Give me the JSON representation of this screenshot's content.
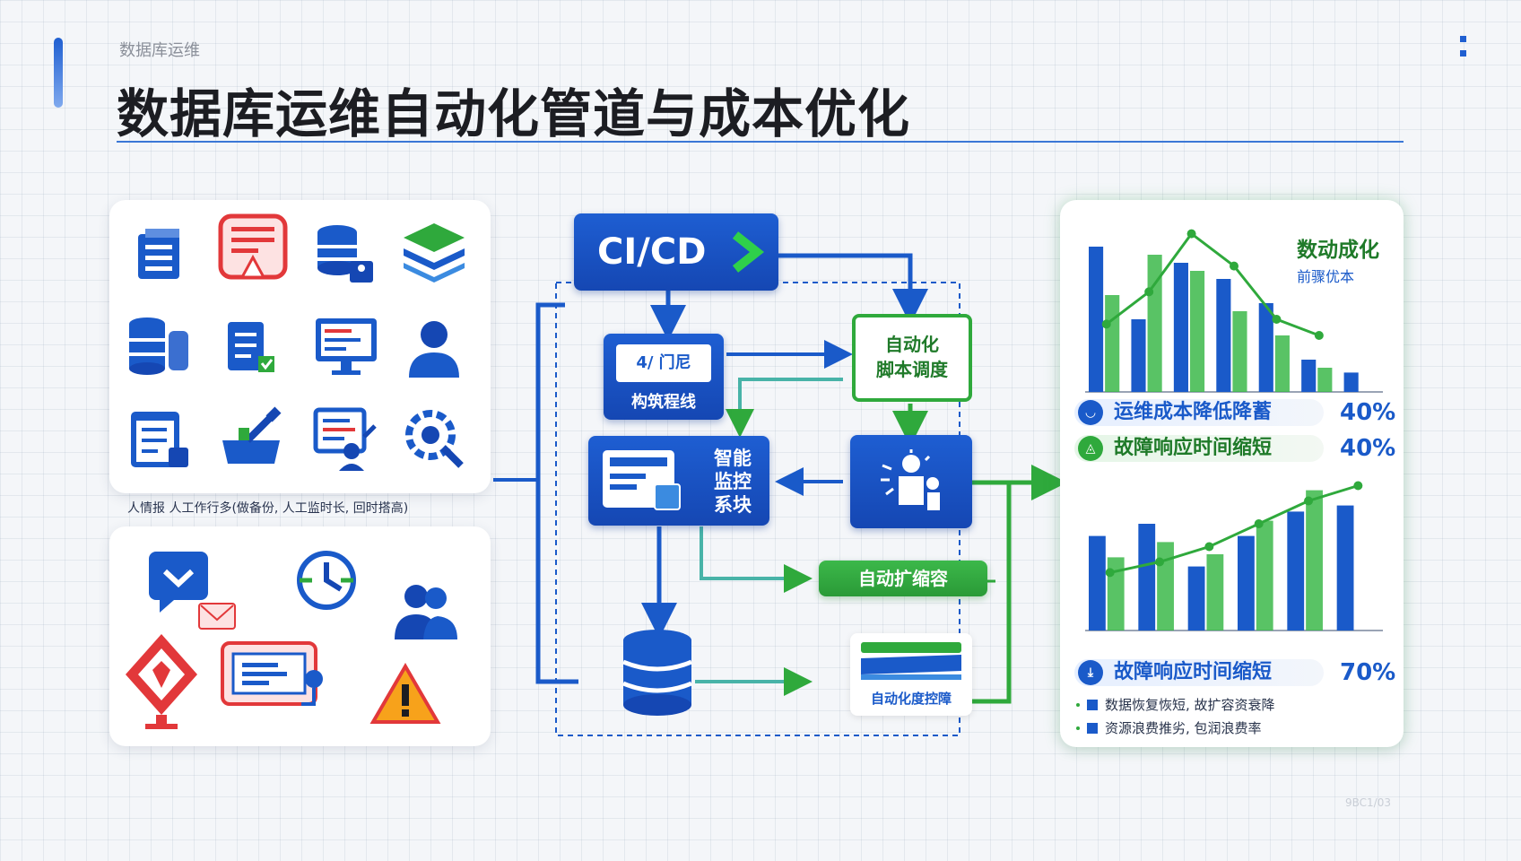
{
  "header": {
    "subtitle": "数据库运维",
    "title": "数据库运维自动化管道与成本优化"
  },
  "left_panel": {
    "caption": "人情报  人工作行多(做备份, 人工监时长, 回时搭高)",
    "top_icons": [
      "server-icon",
      "alert-document-icon",
      "database-user-icon",
      "layers-icon",
      "database-icon",
      "checklist-icon",
      "monitor-icon",
      "operator-icon",
      "clipboard-icon",
      "tools-icon",
      "report-user-icon",
      "gear-search-icon"
    ],
    "bottom_icons": [
      "message-icon",
      "mail-icon",
      "timer-icon",
      "team-icon",
      "warning-sign-icon",
      "terminal-icon",
      "alert-triangle-icon"
    ]
  },
  "pipeline": {
    "cicd": "CI/CD",
    "build_small": "4/ 门尼",
    "build": "构筑程线",
    "script": [
      "自动化",
      "脚本调度"
    ],
    "monitor": [
      "智能",
      "监控",
      "系块"
    ],
    "autoscale": "自动扩缩容",
    "backup": "自动化度控障"
  },
  "right_panel": {
    "chart_legend": [
      "数动成化",
      "前骤优本"
    ],
    "metrics": [
      {
        "label": "运维成本降低降蓄",
        "value": "40%"
      },
      {
        "label": "故障响应时间缩短",
        "value": "40%"
      },
      {
        "label": "故障响应时间缩短",
        "value": "70%"
      }
    ],
    "bullets": [
      "数据恢复恢短, 故扩容资衰降",
      "资源浪费推劣, 包润浪费率"
    ]
  },
  "chart_data": [
    {
      "type": "bar",
      "title": "",
      "legend": [
        "数动成化",
        "前骤优本"
      ],
      "series": [
        {
          "values": [
            0.9,
            0.45,
            0.8,
            0.7,
            0.55,
            0.2,
            0.12
          ]
        },
        {
          "values": [
            0.6,
            0.85,
            0.75,
            0.5,
            0.35,
            0.15
          ]
        }
      ],
      "line": [
        0.42,
        0.62,
        0.98,
        0.78,
        0.45,
        0.35
      ]
    },
    {
      "type": "bar",
      "title": "",
      "series": [
        {
          "values": [
            0.62,
            0.7,
            0.42,
            0.62,
            0.78,
            0.82
          ]
        },
        {
          "values": [
            0.48,
            0.58,
            0.5,
            0.72,
            0.92
          ]
        }
      ],
      "line": [
        0.38,
        0.45,
        0.55,
        0.7,
        0.85,
        0.95
      ]
    }
  ],
  "colors": {
    "blue": "#1a5ac9",
    "green": "#2fa93c",
    "red": "#e2383a",
    "dark": "#1c1d22"
  },
  "watermark": "9BC1/03"
}
